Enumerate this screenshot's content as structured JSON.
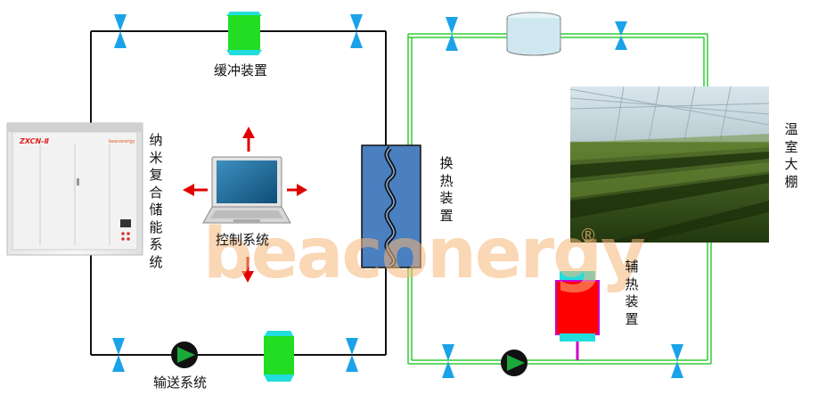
{
  "labels": {
    "buffer_top": "缓冲装置",
    "storage_system": "纳米复合储能系统",
    "heat_exchange": "换热装置",
    "greenhouse": "温室大棚",
    "control_system": "控制系统",
    "transport_system": "输送系统",
    "aux_heating": "辅热装置"
  },
  "storage_unit": {
    "model": "ZXCN-Ⅱ",
    "brand": "beaconergy"
  },
  "watermark": {
    "text": "beaconergy",
    "reg": "®"
  },
  "colors": {
    "pipe_black": "#111111",
    "pipe_green": "#33cc33",
    "valve": "#1aa3e8",
    "buffer_green": "#22dd22",
    "buffer_cap": "#22dddd",
    "pump": "#1aa83a",
    "heat_exchanger": "#4a7fc0",
    "aux_heater": "#ff0000",
    "aux_heater_border": "#cc00cc",
    "arrow": "#e00000",
    "tank": "#cfe8f0"
  }
}
